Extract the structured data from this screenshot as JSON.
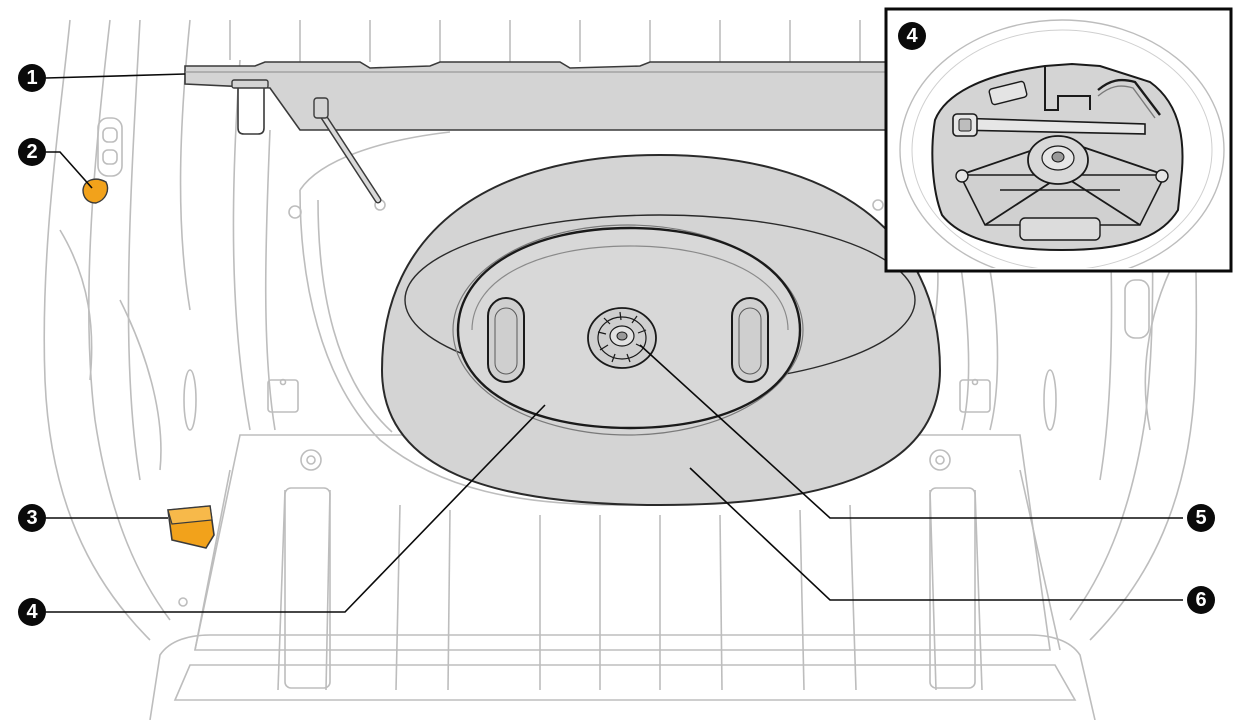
{
  "callouts": {
    "c1": "1",
    "c2": "2",
    "c3": "3",
    "c4": "4",
    "c5": "5",
    "c6": "6",
    "inset": "4"
  },
  "colors": {
    "outline": "#b9b9b9",
    "panel": "#d4d4d4",
    "accent": "#f2a21b",
    "leader": "#0a0a0a"
  }
}
